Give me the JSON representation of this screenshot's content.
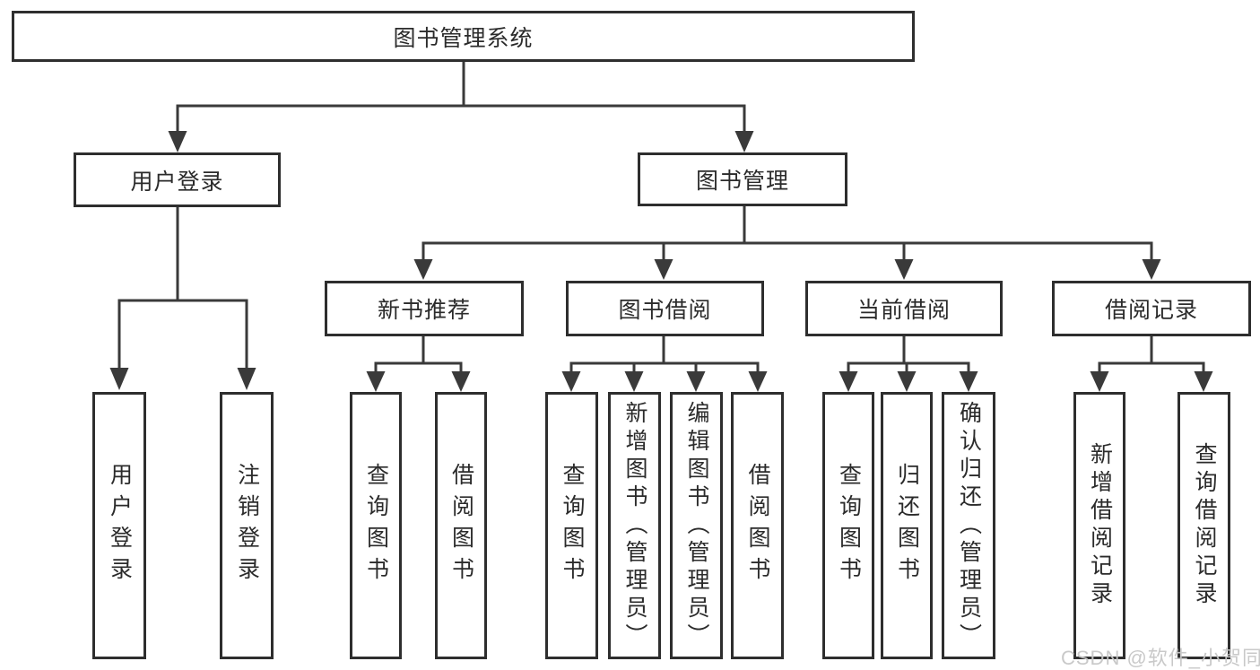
{
  "diagram": {
    "root": {
      "label": "图书管理系统"
    },
    "branches": [
      {
        "label": "用户登录",
        "children": [
          {
            "label": "用户登录"
          },
          {
            "label": "注销登录"
          }
        ]
      },
      {
        "label": "图书管理",
        "children": [
          {
            "label": "新书推荐",
            "children": [
              {
                "label": "查询图书"
              },
              {
                "label": "借阅图书"
              }
            ]
          },
          {
            "label": "图书借阅",
            "children": [
              {
                "label": "查询图书"
              },
              {
                "label": "新增图书（管理员）"
              },
              {
                "label": "编辑图书（管理员）"
              },
              {
                "label": "借阅图书"
              }
            ]
          },
          {
            "label": "当前借阅",
            "children": [
              {
                "label": "查询图书"
              },
              {
                "label": "归还图书"
              },
              {
                "label": "确认归还（管理员）"
              }
            ]
          },
          {
            "label": "借阅记录",
            "children": [
              {
                "label": "新增借阅记录"
              },
              {
                "label": "查询借阅记录"
              }
            ]
          }
        ]
      }
    ]
  },
  "watermark": {
    "text": "CSDN @软件_小贺同学"
  },
  "colors": {
    "background": "#ffffff",
    "line": "#3a3a3a",
    "box_border": "#2e2e2e",
    "text": "#2b2b2b",
    "watermark": "#c7c7c7"
  }
}
